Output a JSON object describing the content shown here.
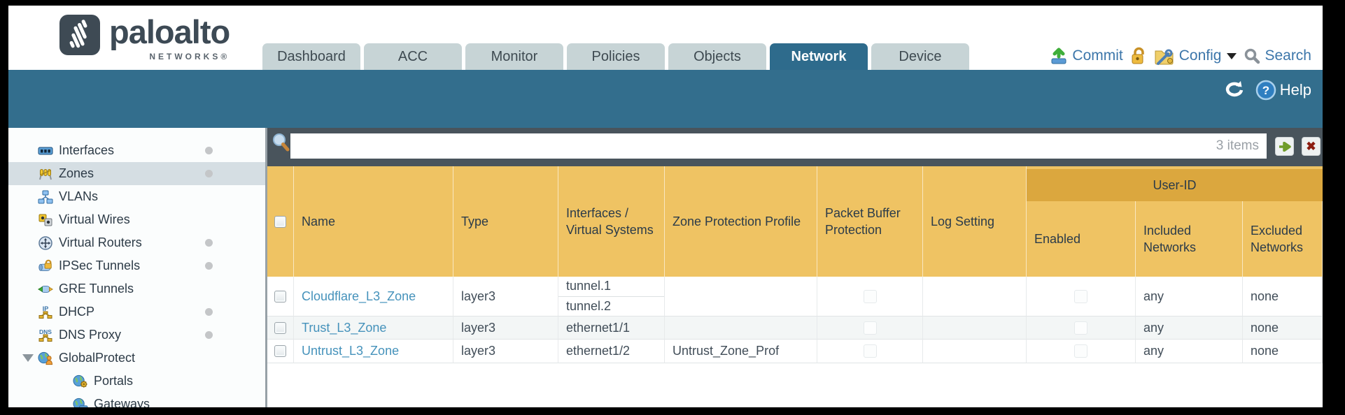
{
  "brand": {
    "name": "paloalto",
    "sub": "NETWORKS®"
  },
  "tabs": [
    {
      "label": "Dashboard",
      "active": false
    },
    {
      "label": "ACC",
      "active": false
    },
    {
      "label": "Monitor",
      "active": false
    },
    {
      "label": "Policies",
      "active": false
    },
    {
      "label": "Objects",
      "active": false
    },
    {
      "label": "Network",
      "active": true
    },
    {
      "label": "Device",
      "active": false
    }
  ],
  "header_actions": {
    "commit_label": "Commit",
    "config_label": "Config",
    "search_label": "Search",
    "help_label": "Help"
  },
  "toolbar": {
    "filter_value": "",
    "items_count": "3 items"
  },
  "sidebar": {
    "items": [
      {
        "label": "Interfaces",
        "icon": "interfaces-icon",
        "dot": true,
        "selected": false,
        "child": false,
        "caret": false
      },
      {
        "label": "Zones",
        "icon": "zones-icon",
        "dot": true,
        "selected": true,
        "child": false,
        "caret": false
      },
      {
        "label": "VLANs",
        "icon": "vlans-icon",
        "dot": false,
        "selected": false,
        "child": false,
        "caret": false
      },
      {
        "label": "Virtual Wires",
        "icon": "virtual-wires-icon",
        "dot": false,
        "selected": false,
        "child": false,
        "caret": false
      },
      {
        "label": "Virtual Routers",
        "icon": "virtual-routers-icon",
        "dot": true,
        "selected": false,
        "child": false,
        "caret": false
      },
      {
        "label": "IPSec Tunnels",
        "icon": "ipsec-tunnels-icon",
        "dot": true,
        "selected": false,
        "child": false,
        "caret": false
      },
      {
        "label": "GRE Tunnels",
        "icon": "gre-tunnels-icon",
        "dot": false,
        "selected": false,
        "child": false,
        "caret": false
      },
      {
        "label": "DHCP",
        "icon": "dhcp-icon",
        "dot": true,
        "selected": false,
        "child": false,
        "caret": false
      },
      {
        "label": "DNS Proxy",
        "icon": "dns-proxy-icon",
        "dot": true,
        "selected": false,
        "child": false,
        "caret": false
      },
      {
        "label": "GlobalProtect",
        "icon": "globalprotect-icon",
        "dot": false,
        "selected": false,
        "child": false,
        "caret": true
      },
      {
        "label": "Portals",
        "icon": "portals-icon",
        "dot": false,
        "selected": false,
        "child": true,
        "caret": false
      },
      {
        "label": "Gateways",
        "icon": "gateways-icon",
        "dot": false,
        "selected": false,
        "child": true,
        "caret": false
      }
    ]
  },
  "table": {
    "columns": [
      "",
      "Name",
      "Type",
      "Interfaces / Virtual Systems",
      "Zone Protection Profile",
      "Packet Buffer Protection",
      "Log Setting",
      "Enabled",
      "Included Networks",
      "Excluded Networks"
    ],
    "user_id_group_label": "User-ID",
    "rows": [
      {
        "name": "Cloudflare_L3_Zone",
        "type": "layer3",
        "interfaces": [
          "tunnel.1",
          "tunnel.2"
        ],
        "zone_protection_profile": "",
        "log_setting": "",
        "included_networks": "any",
        "excluded_networks": "none"
      },
      {
        "name": "Trust_L3_Zone",
        "type": "layer3",
        "interfaces": [
          "ethernet1/1"
        ],
        "zone_protection_profile": "",
        "log_setting": "",
        "included_networks": "any",
        "excluded_networks": "none"
      },
      {
        "name": "Untrust_L3_Zone",
        "type": "layer3",
        "interfaces": [
          "ethernet1/2"
        ],
        "zone_protection_profile": "Untrust_Zone_Prof",
        "log_setting": "",
        "included_networks": "any",
        "excluded_networks": "none"
      }
    ]
  },
  "colors": {
    "teal_band": "#336e8d",
    "active_tab": "#2e6b8c",
    "inactive_tab": "#c7d4d6",
    "search_band": "#49545c",
    "header_gold": "#efc363",
    "user_id_gold": "#dba73e",
    "link_blue": "#4592bb",
    "action_blue": "#3c76aa",
    "selected_sidebar": "#d5dee3"
  }
}
